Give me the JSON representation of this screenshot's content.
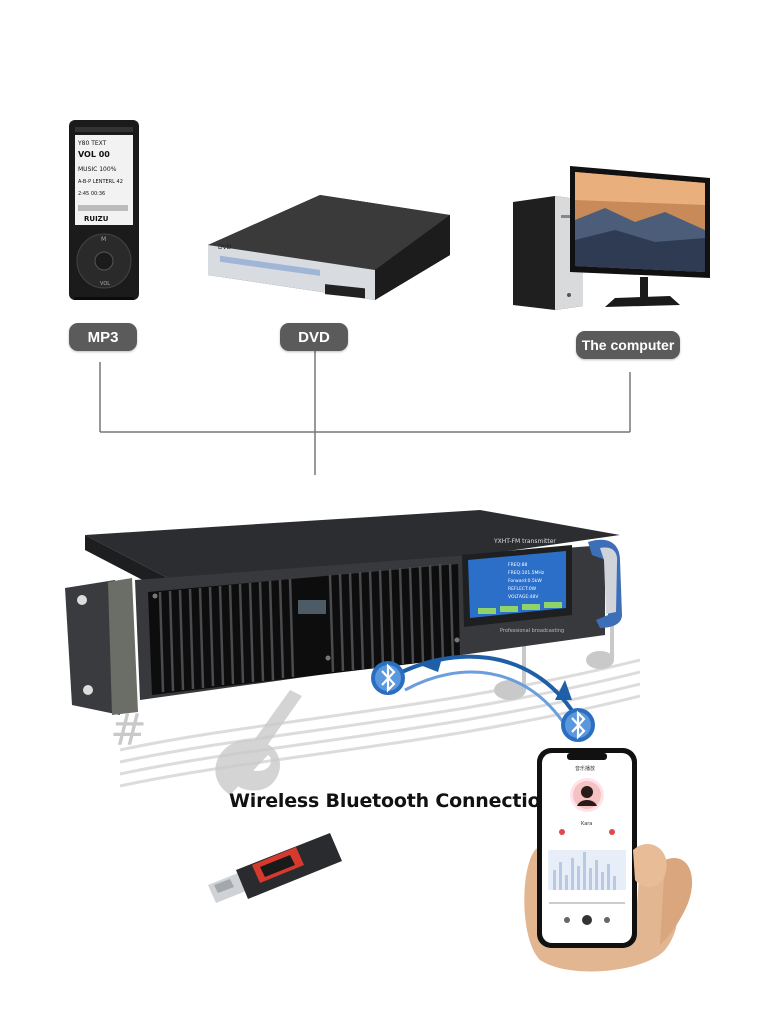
{
  "labels": {
    "mp3": "MP3",
    "dvd": "DVD",
    "computer": "The computer"
  },
  "caption": "Wireless Bluetooth Connection",
  "mp3_player": {
    "screen_lines": [
      "Y80 TEXT",
      "VOL 00",
      "MUSIC 100%",
      "A-B-P LENTERL 42",
      "2:45 00:36"
    ],
    "brand": "RUIZU"
  },
  "transmitter": {
    "screen_title": "YXHT-FM transmitter",
    "footer_text": "Professional broadcasting",
    "screen_rows": [
      "FREQ:88",
      "FREQ:101.5MHz",
      "Forward:0.5kW",
      "REFLECT:0W",
      "VOLTAGE:48V"
    ]
  },
  "phone": {
    "app_title": "音乐播放",
    "song": "Kara"
  },
  "colors": {
    "pill_bg": "#5b5b5b",
    "line": "#777777",
    "bluetooth_blue": "#1f5fa8",
    "lcd_blue": "#2b6fc9",
    "usb_red": "#d63a2f"
  }
}
